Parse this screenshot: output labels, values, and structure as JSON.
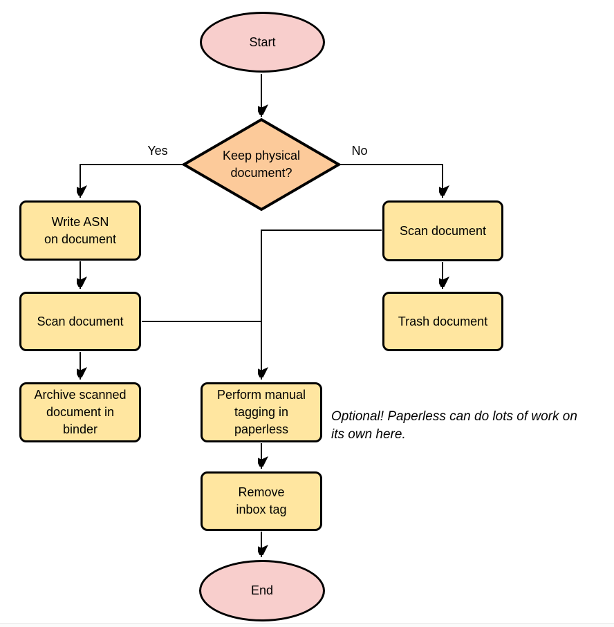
{
  "colors": {
    "terminal_fill": "#f8cecc",
    "decision_fill": "#fcca9a",
    "process_fill": "#ffe6a0",
    "stroke": "#000000",
    "background": "#ffffff"
  },
  "flowchart": {
    "nodes": {
      "start": {
        "label": "Start"
      },
      "decision": {
        "label": "Keep physical\ndocument?"
      },
      "write_asn": {
        "label": "Write ASN\non document"
      },
      "scan_left": {
        "label": "Scan document"
      },
      "archive": {
        "label": "Archive scanned\ndocument in\nbinder"
      },
      "scan_right": {
        "label": "Scan document"
      },
      "trash": {
        "label": "Trash document"
      },
      "tagging": {
        "label": "Perform manual\ntagging in\npaperless"
      },
      "remove_inbox": {
        "label": "Remove\ninbox tag"
      },
      "end": {
        "label": "End"
      }
    },
    "edge_labels": {
      "yes": "Yes",
      "no": "No"
    },
    "annotation": "Optional! Paperless can do lots of work on\nits own here."
  }
}
